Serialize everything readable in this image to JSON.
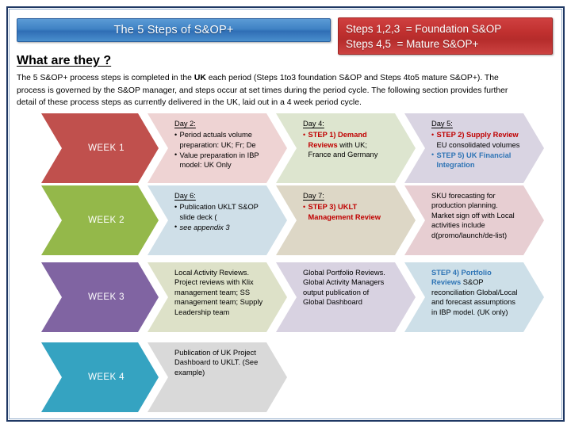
{
  "slide": {
    "title_banner": "The 5 Steps of S&OP+",
    "legend": {
      "line1": "Steps 1,2,3  = Foundation S&OP",
      "line2": "Steps 4,5  = Mature S&OP+"
    },
    "heading": "What are they ?",
    "paragraph_part1": "The 5 S&OP+ process steps is completed in the ",
    "paragraph_uk": "UK",
    "paragraph_part2": " each period (Steps 1to3 foundation S&OP and Steps 4to5 mature S&OP+). The process is governed by the S&OP manager, and steps occur at set times during the period cycle. The following section provides further detail of these process steps as currently delivered in the UK, laid out in a 4 week period cycle."
  },
  "colors": {
    "frame": "#1f3864",
    "title_banner": "#3f82c4",
    "legend_banner": "#c0302f",
    "week1": "#c0504d",
    "week2": "#94b84a",
    "week3": "#8064a2",
    "week4": "#35a3c1",
    "step_red": "#c00000",
    "step_blue": "#2e74b5"
  },
  "weeks": [
    {
      "label": "WEEK 1",
      "color": "#c0504d",
      "cells": [
        {
          "fill": "#eed3d3",
          "day": "Day 2:",
          "bullets": [
            {
              "style": "black",
              "text": "Period actuals volume preparation: UK; Fr; De"
            },
            {
              "style": "black",
              "text": "Value preparation in IBP model: UK Only"
            }
          ]
        },
        {
          "fill": "#dde5cf",
          "day": "Day 4:",
          "bullets": [
            {
              "style": "red",
              "bold_text": "STEP 1)  Demand Reviews",
              "text": " with UK; France and Germany"
            }
          ]
        },
        {
          "fill": "#d9d4e2",
          "day": "Day 5:",
          "bullets": [
            {
              "style": "red",
              "bold_text": "STEP 2)  Supply Review",
              "text": " EU consolidated volumes"
            },
            {
              "style": "blue",
              "bold_text": "STEP 5)  UK Financial Integration",
              "text": ""
            }
          ]
        }
      ]
    },
    {
      "label": "WEEK 2",
      "color": "#94b84a",
      "cells": [
        {
          "fill": "#cfdfe8",
          "day": "Day 6:",
          "bullets": [
            {
              "style": "black",
              "text": "Publication UKLT S&OP slide deck ("
            },
            {
              "style": "black-italic",
              "text": "see appendix 3"
            }
          ]
        },
        {
          "fill": "#ddd7c6",
          "day": "Day 7:",
          "bullets": [
            {
              "style": "red",
              "bold_text": "STEP 3) UKLT Management Review",
              "text": ""
            }
          ]
        },
        {
          "fill": "#e7ced2",
          "day": "",
          "bullets": [
            {
              "style": "plain",
              "text": "SKU forecasting for production planning. Market sign off with Local activities include d(promo/launch/de-list)"
            }
          ]
        }
      ]
    },
    {
      "label": "WEEK 3",
      "color": "#8064a2",
      "cells": [
        {
          "fill": "#dde1c8",
          "day": "",
          "bullets": [
            {
              "style": "plain",
              "text": "Local Activity Reviews. Project reviews with Klix management team; SS management team; Supply Leadership team"
            }
          ]
        },
        {
          "fill": "#d8d2e1",
          "day": "",
          "bullets": [
            {
              "style": "plain",
              "text": "Global Portfolio Reviews. Global Activity Managers output publication of Global Dashboard"
            }
          ]
        },
        {
          "fill": "#cddfe8",
          "day": "",
          "bullets": [
            {
              "style": "plain-blue",
              "bold_text": "STEP 4) Portfolio Reviews",
              "text": " S&OP reconciliation Global/Local and forecast assumptions in IBP model. (UK only)"
            }
          ]
        }
      ]
    },
    {
      "label": "WEEK 4",
      "color": "#35a3c1",
      "cells": [
        {
          "fill": "#d9d9d9",
          "day": "",
          "bullets": [
            {
              "style": "plain",
              "text": "Publication of UK Project Dashboard to UKLT. (See example)"
            }
          ]
        }
      ]
    }
  ]
}
